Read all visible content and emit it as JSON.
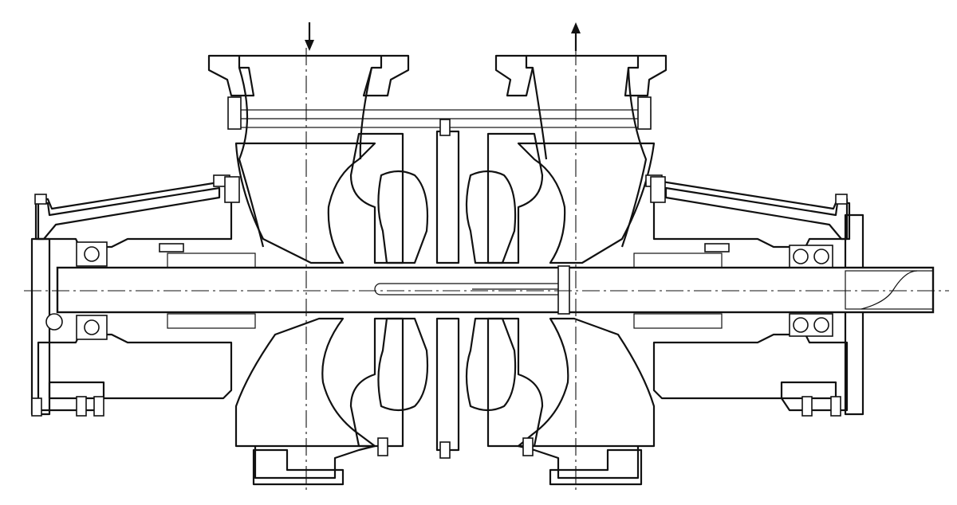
{
  "drawing": {
    "colors": {
      "ink": "#111111",
      "paper": "#ffffff"
    },
    "flow_arrows": [
      {
        "name": "inlet",
        "direction": "down"
      },
      {
        "name": "outlet",
        "direction": "up"
      }
    ]
  }
}
